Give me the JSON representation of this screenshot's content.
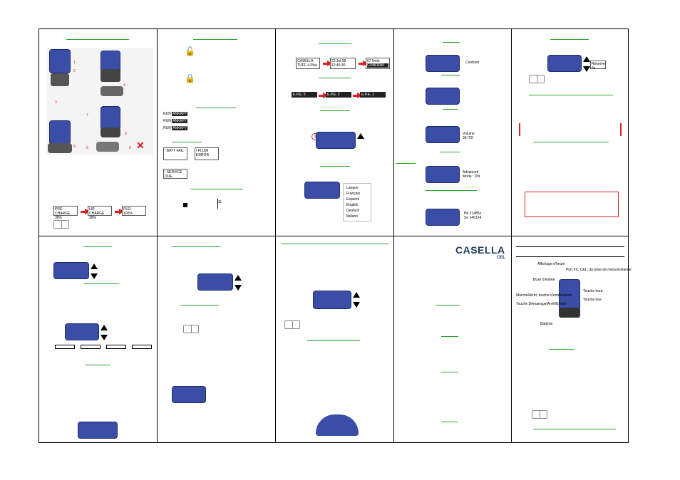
{
  "colors": {
    "link": "#2aa52a",
    "device": "#3a4ea8",
    "arrow": "#e02020",
    "logo": "#1b3a5c"
  },
  "icons": [
    "lock-icon",
    "book-icon",
    "battery-icon",
    "signal-icon",
    "warning-icon",
    "no-entry-icon"
  ],
  "panel1": {
    "step_numbers": [
      "1",
      "2",
      "3",
      "4",
      "5",
      "6",
      "7",
      "8",
      "9"
    ],
    "pre_charge": "PRE-CHARGE",
    "pre_charge_pct": "38%",
    "lir_charge": "LIR CHARGE",
    "lir_charge_pct": "38%",
    "plein": "PLEI",
    "plein_pct": "100%"
  },
  "panel2": {
    "status_rows": [
      "RUN",
      "RUN",
      "RUN"
    ],
    "status_dark": [
      "ANKKP7",
      "ANKKP7",
      "ANKKP7"
    ],
    "batt_fail": "BATT FAIL",
    "flow_error": "FLOW ERROR",
    "service_due": "SERVICE DUE"
  },
  "panel3": {
    "model_brand": "CASELLA",
    "model": "TUFF 4 Plus",
    "date": "23 Jul 08",
    "time": "12:45:30",
    "flow": "07 l/min",
    "confirm": "CONFIRM",
    "errors": [
      "E.P.E. 5",
      "E.P.E. 2",
      "E.P.E. 1"
    ],
    "step_number": "1",
    "languages": [
      "Langue",
      "Français",
      "Espanol",
      "English",
      "Deutsch",
      "Italiano"
    ]
  },
  "panel4": {
    "contrast": "Contrast",
    "volume": "Volume",
    "volume_value": "90 ITD",
    "advanced": "Advanced",
    "advanced_value": "Mode : ON",
    "version": "Ho 21485s",
    "serial": "Sn 146124"
  },
  "panel5": {
    "menu_label": "Réserve",
    "menu_value": "6s"
  },
  "panel8": {
    "heading": ""
  },
  "panel9": {
    "brand": "CASELLA",
    "sub": "CEL"
  },
  "panel10": {
    "labels": [
      "Affichage d'heure",
      "Port IrX, CEL, du prise de mesure/alarme",
      "Buse d'entrée",
      "Marche/Arrêt, touche d'entrée/ation",
      "Touche haut",
      "Touche Démarrage/Arrêt/Entrée",
      "Touche bas",
      "Batterie"
    ]
  }
}
